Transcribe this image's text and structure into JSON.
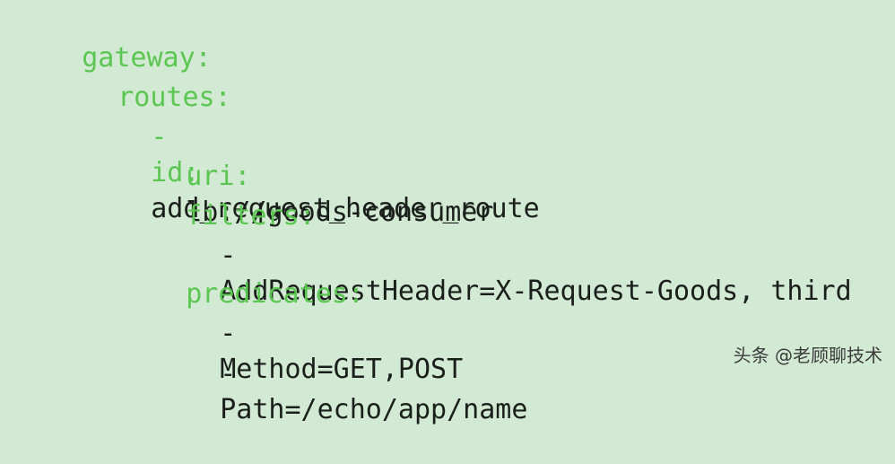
{
  "code": {
    "line1": {
      "key": "gateway:"
    },
    "line2": {
      "key": "routes:"
    },
    "line3": {
      "dash": "-",
      "key": "id:",
      "value": "add_request_header_route"
    },
    "line4": {
      "key": "uri:",
      "value": "lb://goods-consumer"
    },
    "line5": {
      "key": "filters:"
    },
    "line6": {
      "dash": "-",
      "value": "AddRequestHeader=X-Request-Goods, third"
    },
    "line7": {
      "key": "predicates:"
    },
    "line8": {
      "dash": "-",
      "value": "Method=GET,POST"
    },
    "line9": {
      "dash": "-",
      "value": "Path=/echo/app/name"
    }
  },
  "watermark": "头条 @老顾聊技术",
  "colors": {
    "background": "#d2e9d3",
    "key": "#5cc653",
    "value": "#1b1f1b"
  }
}
